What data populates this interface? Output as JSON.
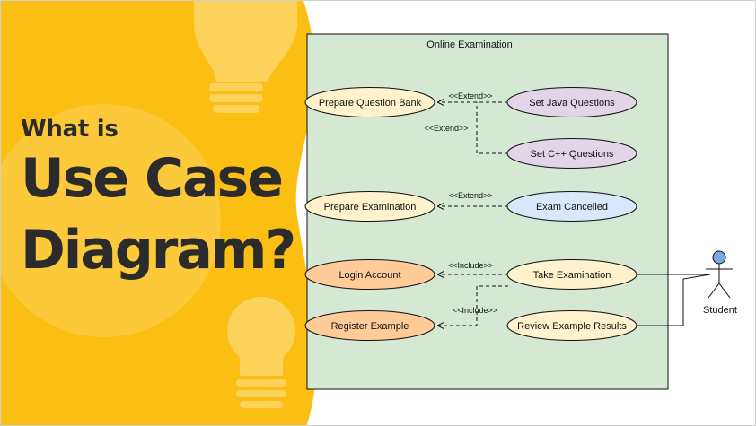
{
  "hero": {
    "small_text": "What is",
    "line1": "Use Case",
    "line2": "Diagram?"
  },
  "colors": {
    "hero_bg": "#fbbf14",
    "hero_light": "#fcd25a",
    "system_bg": "#d5e8d4",
    "yellow_case": "#fff2cc",
    "purple_case": "#e1d5e7",
    "blue_case": "#dae8fc",
    "orange_case": "#ffcc99",
    "text": "#2b2b2b"
  },
  "diagram": {
    "system_title": "Online Examination",
    "actor": "Student",
    "use_cases": {
      "prepare_question_bank": "Prepare Question Bank",
      "set_java_questions": "Set Java Questions",
      "set_cpp_questions": "Set C++ Questions",
      "prepare_examination": "Prepare Examination",
      "exam_cancelled": "Exam Cancelled",
      "login_account": "Login Account",
      "take_examination": "Take Examination",
      "register_example": "Register Example",
      "review_example_results": "Review Example Results"
    },
    "relations": {
      "extend_java": "<<Extend>>",
      "extend_cpp": "<<Extend>>",
      "extend_cancel": "<<Extend>>",
      "include_login": "<<Include>>",
      "include_register": "<<Include>>"
    }
  }
}
